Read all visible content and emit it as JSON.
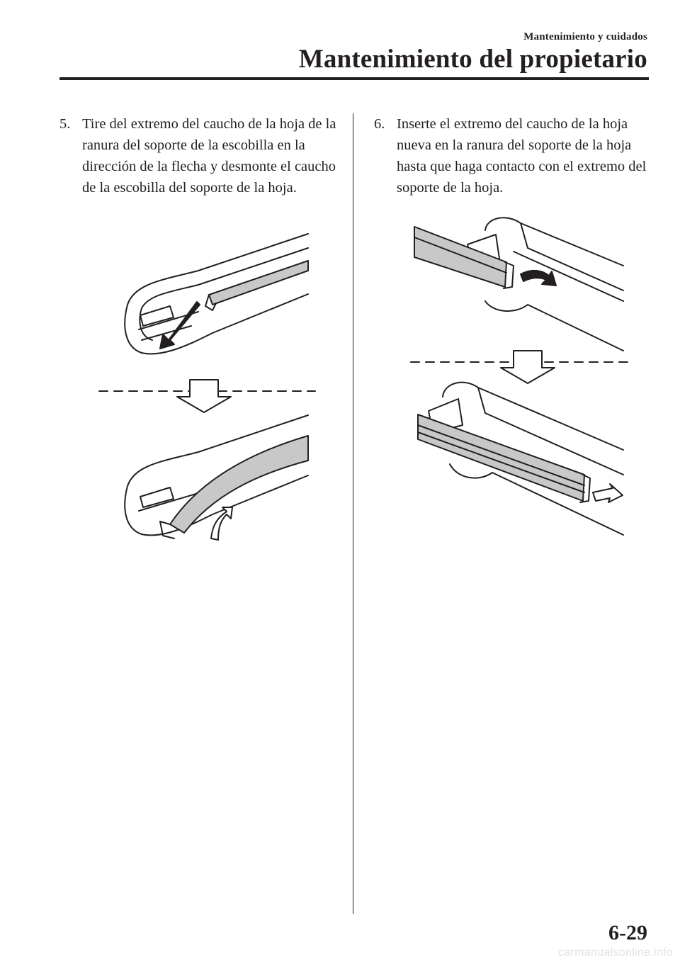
{
  "header": {
    "section": "Mantenimiento y cuidados",
    "title": "Mantenimiento del propietario"
  },
  "steps": [
    {
      "number": "5.",
      "text": "Tire del extremo del caucho de la hoja de la ranura del soporte de la escobilla en la dirección de la flecha y desmonte el caucho de la escobilla del soporte de la hoja."
    },
    {
      "number": "6.",
      "text": "Inserte el extremo del caucho de la hoja nueva en la ranura del soporte de la hoja hasta que haga contacto con el extremo del soporte de la hoja."
    }
  ],
  "colors": {
    "ink": "#231f20",
    "rubber": "#c8c8c8",
    "rubber_dark": "#a9a9a9",
    "watermark": "#e2e2e2"
  },
  "footer": {
    "page_number": "6-29"
  },
  "watermark": "carmanualsonline.info"
}
